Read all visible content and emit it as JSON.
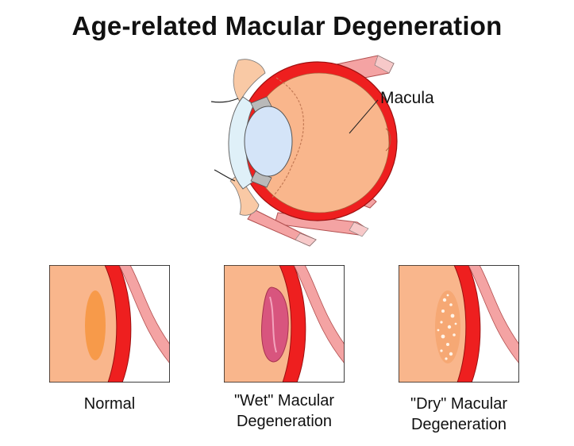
{
  "title": "Age-related Macular Degeneration",
  "labels": {
    "macula": "Macula"
  },
  "panels": [
    {
      "caption_line1": "Normal",
      "caption_line2": ""
    },
    {
      "caption_line1": "\"Wet\" Macular",
      "caption_line2": "Degeneration"
    },
    {
      "caption_line1": "\"Dry\" Macular",
      "caption_line2": "Degeneration"
    }
  ],
  "colors": {
    "tissue": "#f9b68c",
    "vessel_red": "#ee1f1f",
    "muscle_pink": "#f4a3a3",
    "lens_blue": "#d4e4f8",
    "cornea_blue": "#dff0f8",
    "macula_normal": "#f79a4a",
    "macula_wet": "#d8557e",
    "macula_dry": "#f6a874"
  }
}
